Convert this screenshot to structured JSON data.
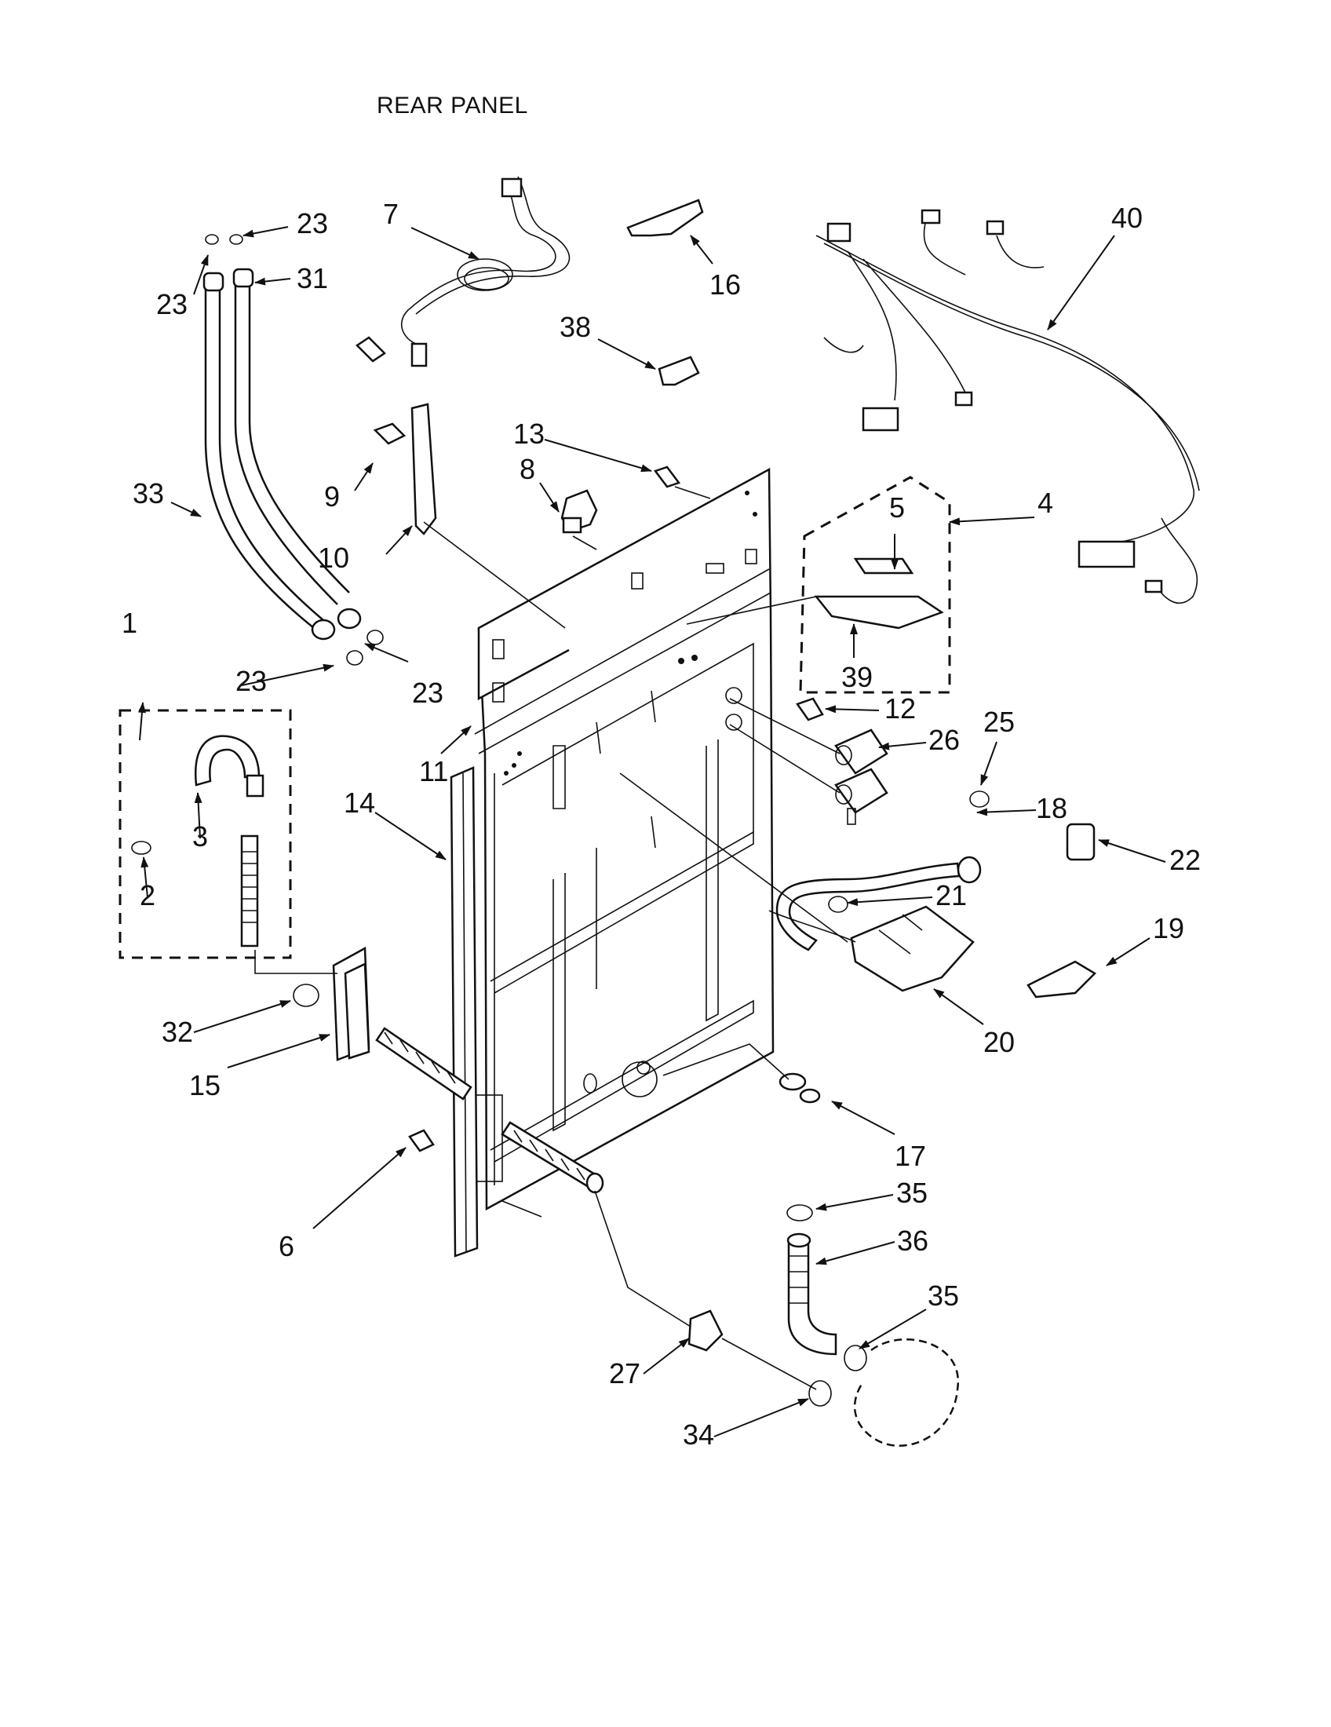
{
  "title": "REAR PANEL",
  "callouts": [
    {
      "id": "c1",
      "label": "1"
    },
    {
      "id": "c2",
      "label": "2"
    },
    {
      "id": "c3",
      "label": "3"
    },
    {
      "id": "c4",
      "label": "4"
    },
    {
      "id": "c5",
      "label": "5"
    },
    {
      "id": "c6",
      "label": "6"
    },
    {
      "id": "c7",
      "label": "7"
    },
    {
      "id": "c8",
      "label": "8"
    },
    {
      "id": "c9",
      "label": "9"
    },
    {
      "id": "c10",
      "label": "10"
    },
    {
      "id": "c11",
      "label": "11"
    },
    {
      "id": "c12",
      "label": "12"
    },
    {
      "id": "c13",
      "label": "13"
    },
    {
      "id": "c14",
      "label": "14"
    },
    {
      "id": "c15",
      "label": "15"
    },
    {
      "id": "c16",
      "label": "16"
    },
    {
      "id": "c17",
      "label": "17"
    },
    {
      "id": "c18",
      "label": "18"
    },
    {
      "id": "c19",
      "label": "19"
    },
    {
      "id": "c20",
      "label": "20"
    },
    {
      "id": "c21",
      "label": "21"
    },
    {
      "id": "c22",
      "label": "22"
    },
    {
      "id": "c23a",
      "label": "23"
    },
    {
      "id": "c23b",
      "label": "23"
    },
    {
      "id": "c23c",
      "label": "23"
    },
    {
      "id": "c23d",
      "label": "23"
    },
    {
      "id": "c25",
      "label": "25"
    },
    {
      "id": "c26",
      "label": "26"
    },
    {
      "id": "c27",
      "label": "27"
    },
    {
      "id": "c31",
      "label": "31"
    },
    {
      "id": "c32",
      "label": "32"
    },
    {
      "id": "c33",
      "label": "33"
    },
    {
      "id": "c34",
      "label": "34"
    },
    {
      "id": "c35a",
      "label": "35"
    },
    {
      "id": "c35b",
      "label": "35"
    },
    {
      "id": "c36",
      "label": "36"
    },
    {
      "id": "c38",
      "label": "38"
    },
    {
      "id": "c39",
      "label": "39"
    },
    {
      "id": "c40",
      "label": "40"
    }
  ]
}
